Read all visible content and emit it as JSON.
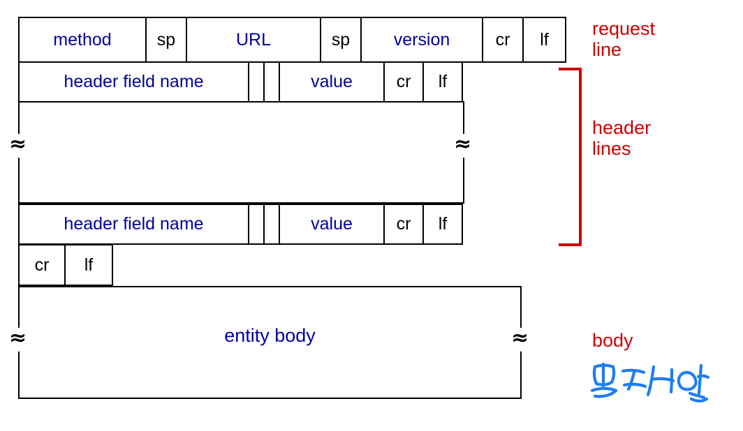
{
  "diagram": {
    "title": "HTTP request message format",
    "colors": {
      "field_text": "#0000a0",
      "control_text": "#000000",
      "annotation": "#cc0000",
      "ink": "#1e7ef0",
      "line": "#000000",
      "background": "#ffffff"
    },
    "request_line": {
      "name": "request line",
      "cells": [
        {
          "label": "method",
          "kind": "field"
        },
        {
          "label": "sp",
          "kind": "control"
        },
        {
          "label": "URL",
          "kind": "field"
        },
        {
          "label": "sp",
          "kind": "control"
        },
        {
          "label": "version",
          "kind": "field"
        },
        {
          "label": "cr",
          "kind": "control"
        },
        {
          "label": "lf",
          "kind": "control"
        }
      ]
    },
    "header_line_first": {
      "cells": [
        {
          "label": "header field name",
          "kind": "field"
        },
        {
          "label": "",
          "kind": "control"
        },
        {
          "label": "",
          "kind": "control"
        },
        {
          "label": "value",
          "kind": "field"
        },
        {
          "label": "cr",
          "kind": "control"
        },
        {
          "label": "lf",
          "kind": "control"
        }
      ]
    },
    "header_line_last": {
      "cells": [
        {
          "label": "header field name",
          "kind": "field"
        },
        {
          "label": "",
          "kind": "control"
        },
        {
          "label": "",
          "kind": "control"
        },
        {
          "label": "value",
          "kind": "field"
        },
        {
          "label": "cr",
          "kind": "control"
        },
        {
          "label": "lf",
          "kind": "control"
        }
      ]
    },
    "blank_line": {
      "cells": [
        {
          "label": "cr",
          "kind": "control"
        },
        {
          "label": "lf",
          "kind": "control"
        }
      ]
    },
    "entity_body": {
      "label": "entity body",
      "kind": "field"
    },
    "break_glyph": "≈",
    "annotations": [
      {
        "id": "request-line-label",
        "text": "request\nline"
      },
      {
        "id": "header-lines-label",
        "text": "header\nlines"
      },
      {
        "id": "body-label",
        "text": "body"
      }
    ],
    "handwriting": {
      "text": "필수가 아님",
      "color": "#1e7ef0"
    }
  }
}
